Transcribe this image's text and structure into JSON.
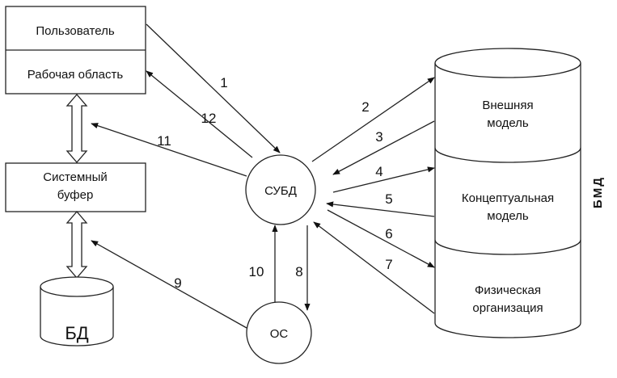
{
  "nodes": {
    "user": "Пользователь",
    "workspace": "Рабочая область",
    "system_buffer_line1": "Системный",
    "system_buffer_line2": "буфер",
    "db": "БД",
    "dbms": "СУБД",
    "os": "ОС",
    "external_model_line1": "Внешняя",
    "external_model_line2": "модель",
    "conceptual_model_line1": "Концептуальная",
    "conceptual_model_line2": "модель",
    "physical_org_line1": "Физическая",
    "physical_org_line2": "организация",
    "bmd": "БМД"
  },
  "edges": {
    "e1": "1",
    "e2": "2",
    "e3": "3",
    "e4": "4",
    "e5": "5",
    "e6": "6",
    "e7": "7",
    "e8": "8",
    "e9": "9",
    "e10": "10",
    "e11": "11",
    "e12": "12"
  }
}
